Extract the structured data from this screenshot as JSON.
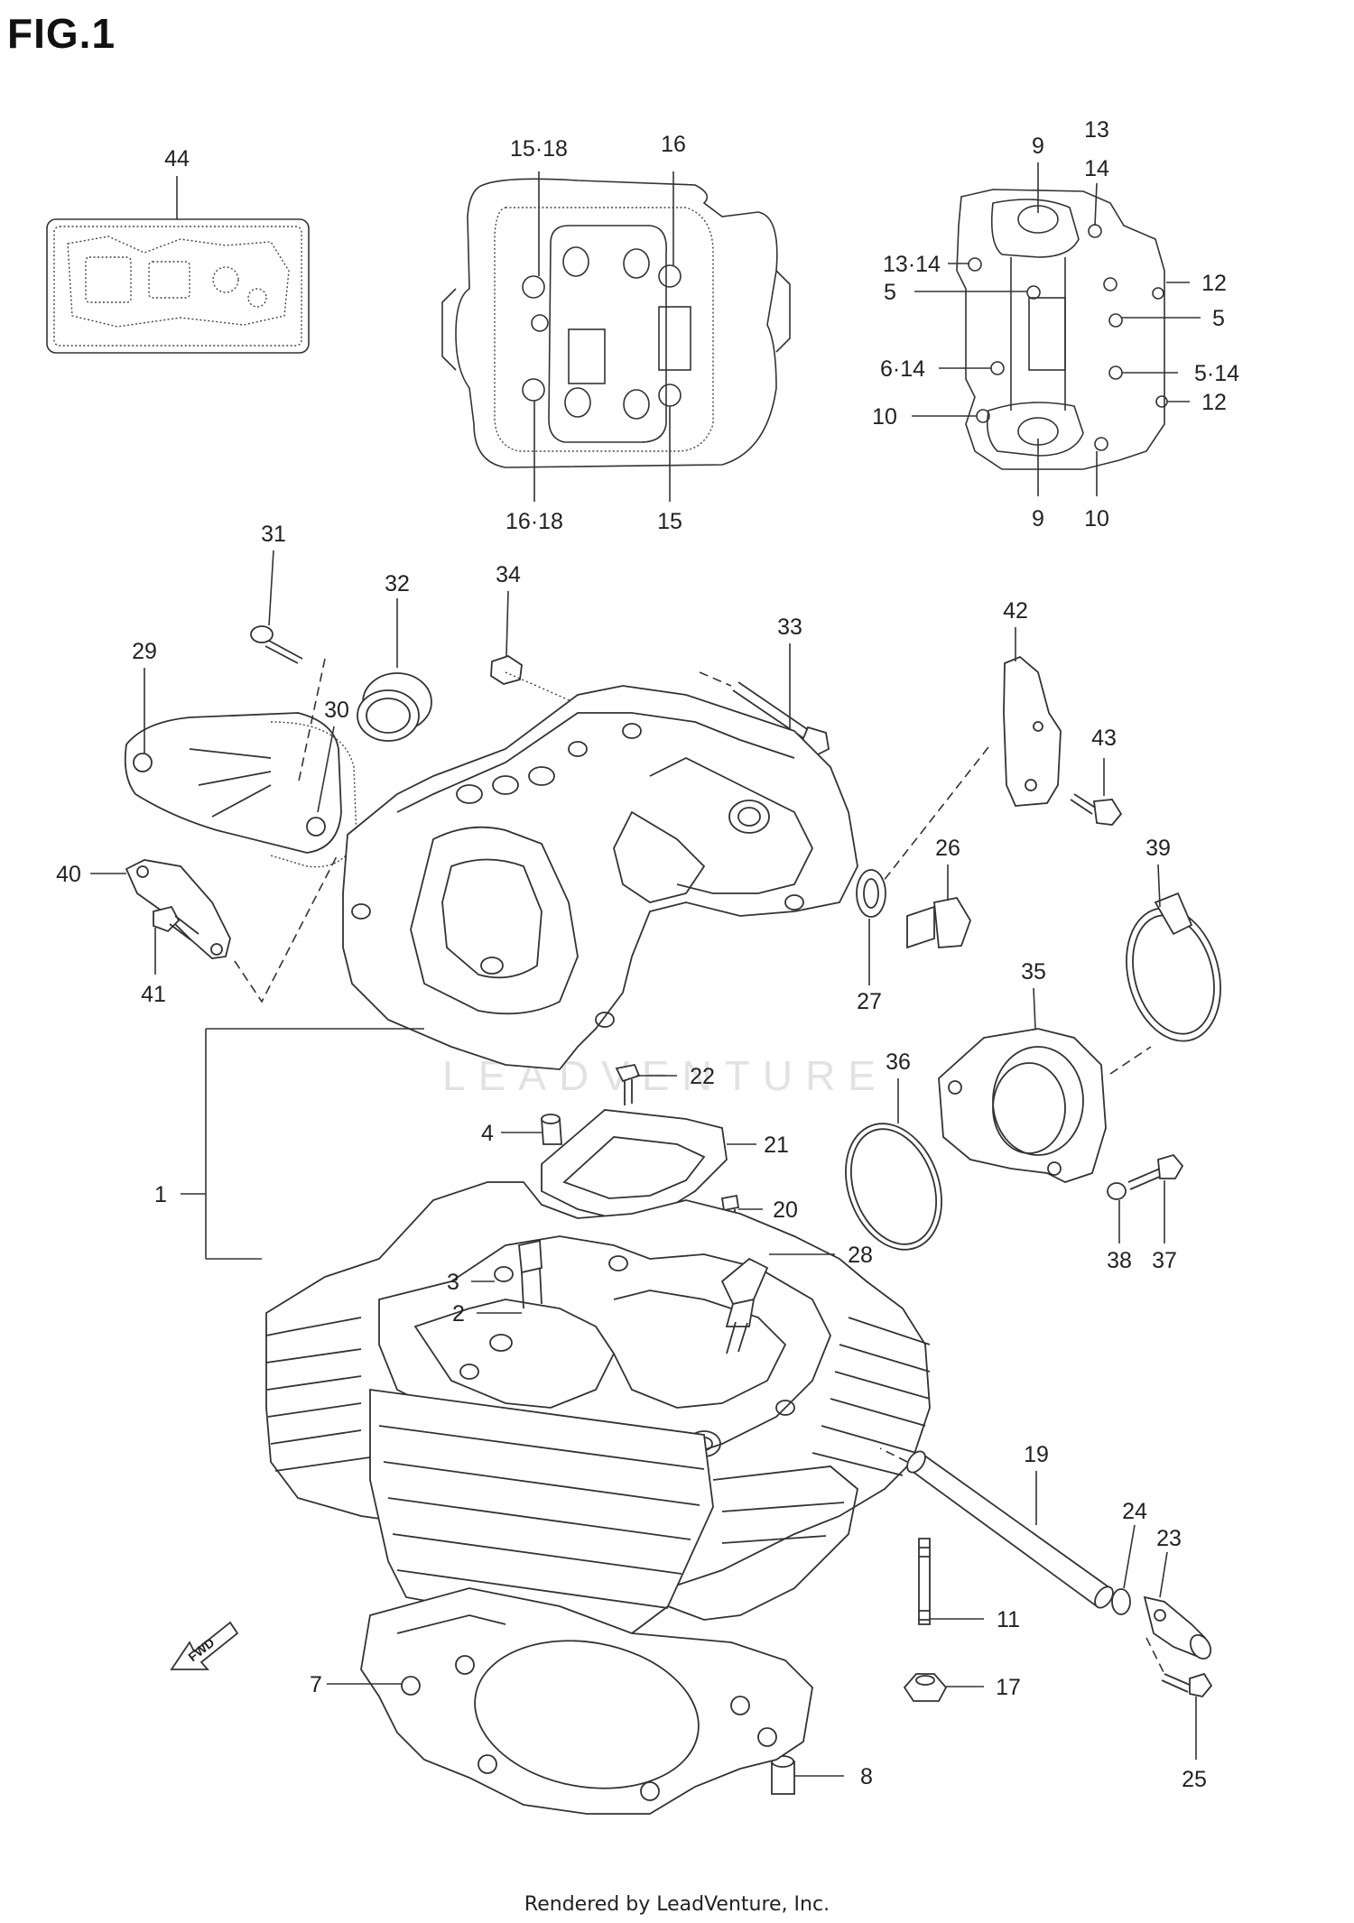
{
  "figure": {
    "title": "FIG.1"
  },
  "footer": {
    "text": "Rendered by LeadVenture, Inc."
  },
  "watermark": {
    "text": "LEADVENTURE"
  },
  "fwd_label": "FWD",
  "callouts": {
    "c44": "44",
    "c15_18": "15·18",
    "c16a": "16",
    "c16_18": "16·18",
    "c15a": "15",
    "c9a": "9",
    "c13": "13",
    "c14": "14",
    "c13_14": "13·14",
    "c12a": "12",
    "c5a": "5",
    "c5b": "5",
    "c6_14": "6·14",
    "c5_14": "5·14",
    "c12b": "12",
    "c10a": "10",
    "c9b": "9",
    "c10b": "10",
    "c31": "31",
    "c32": "32",
    "c34": "34",
    "c33": "33",
    "c42": "42",
    "c43": "43",
    "c29": "29",
    "c30": "30",
    "c40": "40",
    "c41": "41",
    "c26": "26",
    "c27": "27",
    "c39": "39",
    "c35": "35",
    "c36": "36",
    "c22": "22",
    "c4": "4",
    "c21": "21",
    "c20": "20",
    "c1": "1",
    "c3": "3",
    "c2": "2",
    "c28": "28",
    "c38": "38",
    "c37": "37",
    "c19": "19",
    "c24": "24",
    "c23": "23",
    "c11": "11",
    "c7": "7",
    "c17": "17",
    "c25": "25",
    "c8": "8"
  }
}
